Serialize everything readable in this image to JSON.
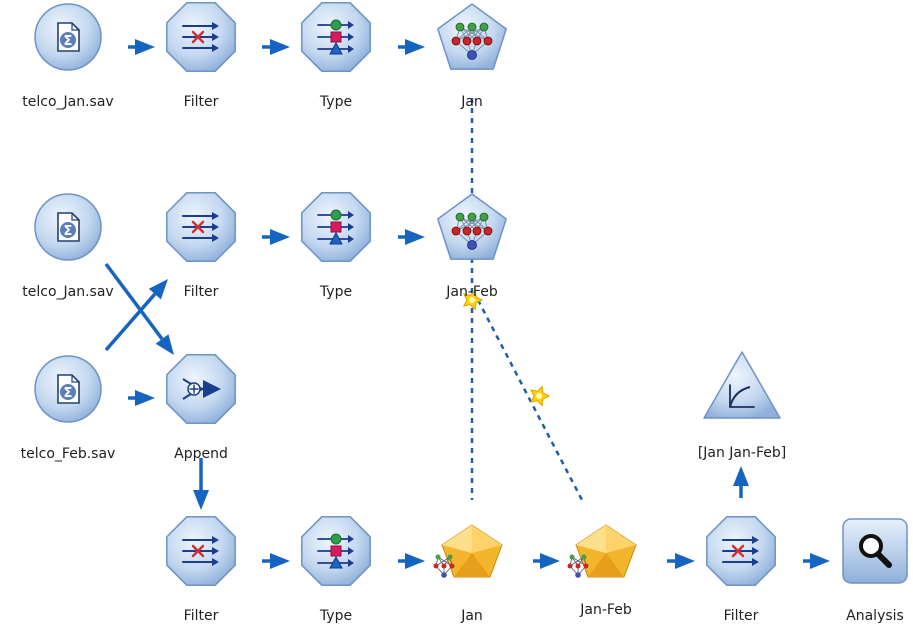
{
  "colors": {
    "node_fill": "#bcd3ee",
    "node_border": "#6e93c4",
    "connector": "#1565c0",
    "model_link": "#1f5ea8",
    "nugget": "#f3b52b",
    "spark": "#ffd400"
  },
  "nodes": [
    {
      "id": "src1",
      "type": "source",
      "icon": "sigma-file-icon",
      "label": "telco_Jan.sav"
    },
    {
      "id": "flt1",
      "type": "filter",
      "icon": "filter-arrows-icon",
      "label": "Filter"
    },
    {
      "id": "typ1",
      "type": "type",
      "icon": "type-shapes-icon",
      "label": "Type"
    },
    {
      "id": "mod1",
      "type": "model",
      "icon": "neural-net-icon",
      "label": "Jan"
    },
    {
      "id": "src2",
      "type": "source",
      "icon": "sigma-file-icon",
      "label": "telco_Jan.sav"
    },
    {
      "id": "flt2",
      "type": "filter",
      "icon": "filter-arrows-icon",
      "label": "Filter"
    },
    {
      "id": "typ2",
      "type": "type",
      "icon": "type-shapes-icon",
      "label": "Type"
    },
    {
      "id": "mod2",
      "type": "model",
      "icon": "neural-net-icon",
      "label": "Jan-Feb"
    },
    {
      "id": "src3",
      "type": "source",
      "icon": "sigma-file-icon",
      "label": "telco_Feb.sav"
    },
    {
      "id": "app1",
      "type": "append",
      "icon": "append-arrow-icon",
      "label": "Append"
    },
    {
      "id": "eval1",
      "type": "evaluation",
      "icon": "evaluation-curve-icon",
      "label": "[Jan Jan-Feb]"
    },
    {
      "id": "flt3",
      "type": "filter",
      "icon": "filter-arrows-icon",
      "label": "Filter"
    },
    {
      "id": "typ3",
      "type": "type",
      "icon": "type-shapes-icon",
      "label": "Type"
    },
    {
      "id": "nug1",
      "type": "nugget",
      "icon": "model-nugget-icon",
      "label": "Jan"
    },
    {
      "id": "nug2",
      "type": "nugget",
      "icon": "model-nugget-icon",
      "label": "Jan-Feb"
    },
    {
      "id": "flt4",
      "type": "filter",
      "icon": "filter-arrows-icon",
      "label": "Filter"
    },
    {
      "id": "ana1",
      "type": "analysis",
      "icon": "magnifier-icon",
      "label": "Analysis"
    }
  ],
  "links": [
    {
      "from": "src1",
      "to": "flt1"
    },
    {
      "from": "flt1",
      "to": "typ1"
    },
    {
      "from": "typ1",
      "to": "mod1"
    },
    {
      "from": "flt2",
      "to": "typ2"
    },
    {
      "from": "typ2",
      "to": "mod2"
    },
    {
      "from": "src2",
      "to": "app1"
    },
    {
      "from": "src3",
      "to": "flt2"
    },
    {
      "from": "src3",
      "to": "app1"
    },
    {
      "from": "app1",
      "to": "flt3"
    },
    {
      "from": "flt3",
      "to": "typ3"
    },
    {
      "from": "typ3",
      "to": "nug1"
    },
    {
      "from": "nug1",
      "to": "nug2"
    },
    {
      "from": "nug2",
      "to": "flt4"
    },
    {
      "from": "flt4",
      "to": "ana1"
    },
    {
      "from": "flt4",
      "to": "eval1"
    }
  ],
  "model_links": [
    {
      "from": "mod1",
      "to": "nug1"
    },
    {
      "from": "mod2",
      "to": "nug2"
    }
  ]
}
